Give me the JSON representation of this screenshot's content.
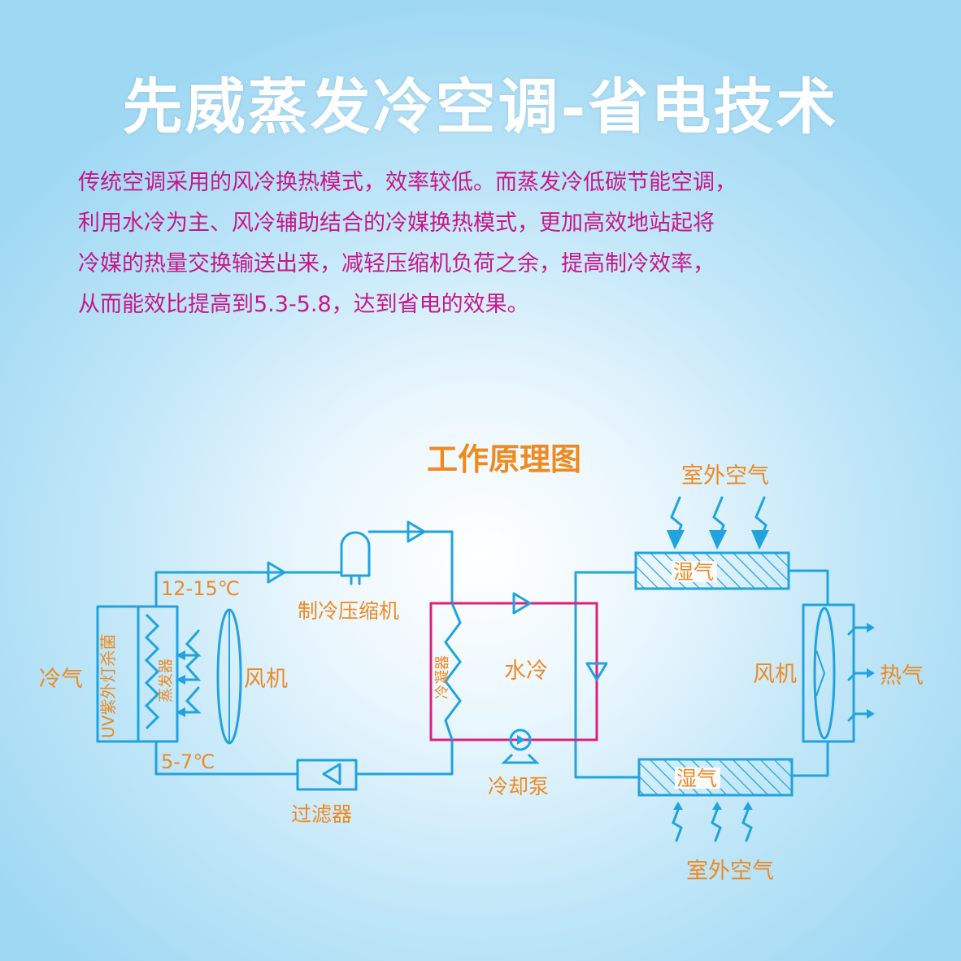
{
  "title": "先威蒸发冷空调-省电技术",
  "intro_lines": [
    "传统空调采用的风冷换热模式，效率较低。而蒸发冷低碳节能空调，",
    "利用水冷为主、风冷辅助结合的冷媒换热模式，更加高效地站起将",
    "冷媒的热量交换输送出来，减轻压缩机负荷之余，提高制冷效率，",
    "从而能效比提高到5.3-5.8，达到省电的效果。"
  ],
  "diagram": {
    "title": "工作原理图",
    "labels": {
      "temp_high": "12-15℃",
      "temp_low": "5-7℃",
      "compressor": "制冷压缩机",
      "filter": "过滤器",
      "cold_air": "冷气",
      "uv": "UV紫外灯杀菌",
      "evaporator": "蒸发器",
      "fan_left": "风机",
      "condenser": "冷凝器",
      "water_cooling": "水冷",
      "cooling_pump": "冷却泵",
      "outdoor_air_top": "室外空气",
      "outdoor_air_bottom": "室外空气",
      "humid_air_top": "湿气",
      "humid_air_bottom": "湿气",
      "fan_right": "风机",
      "hot_air": "热气"
    }
  },
  "colors": {
    "title": "#ffffff",
    "intro_text": "#c8168a",
    "label": "#ef8a21",
    "pipe": "#21a3df",
    "water_loop": "#d9227f"
  }
}
